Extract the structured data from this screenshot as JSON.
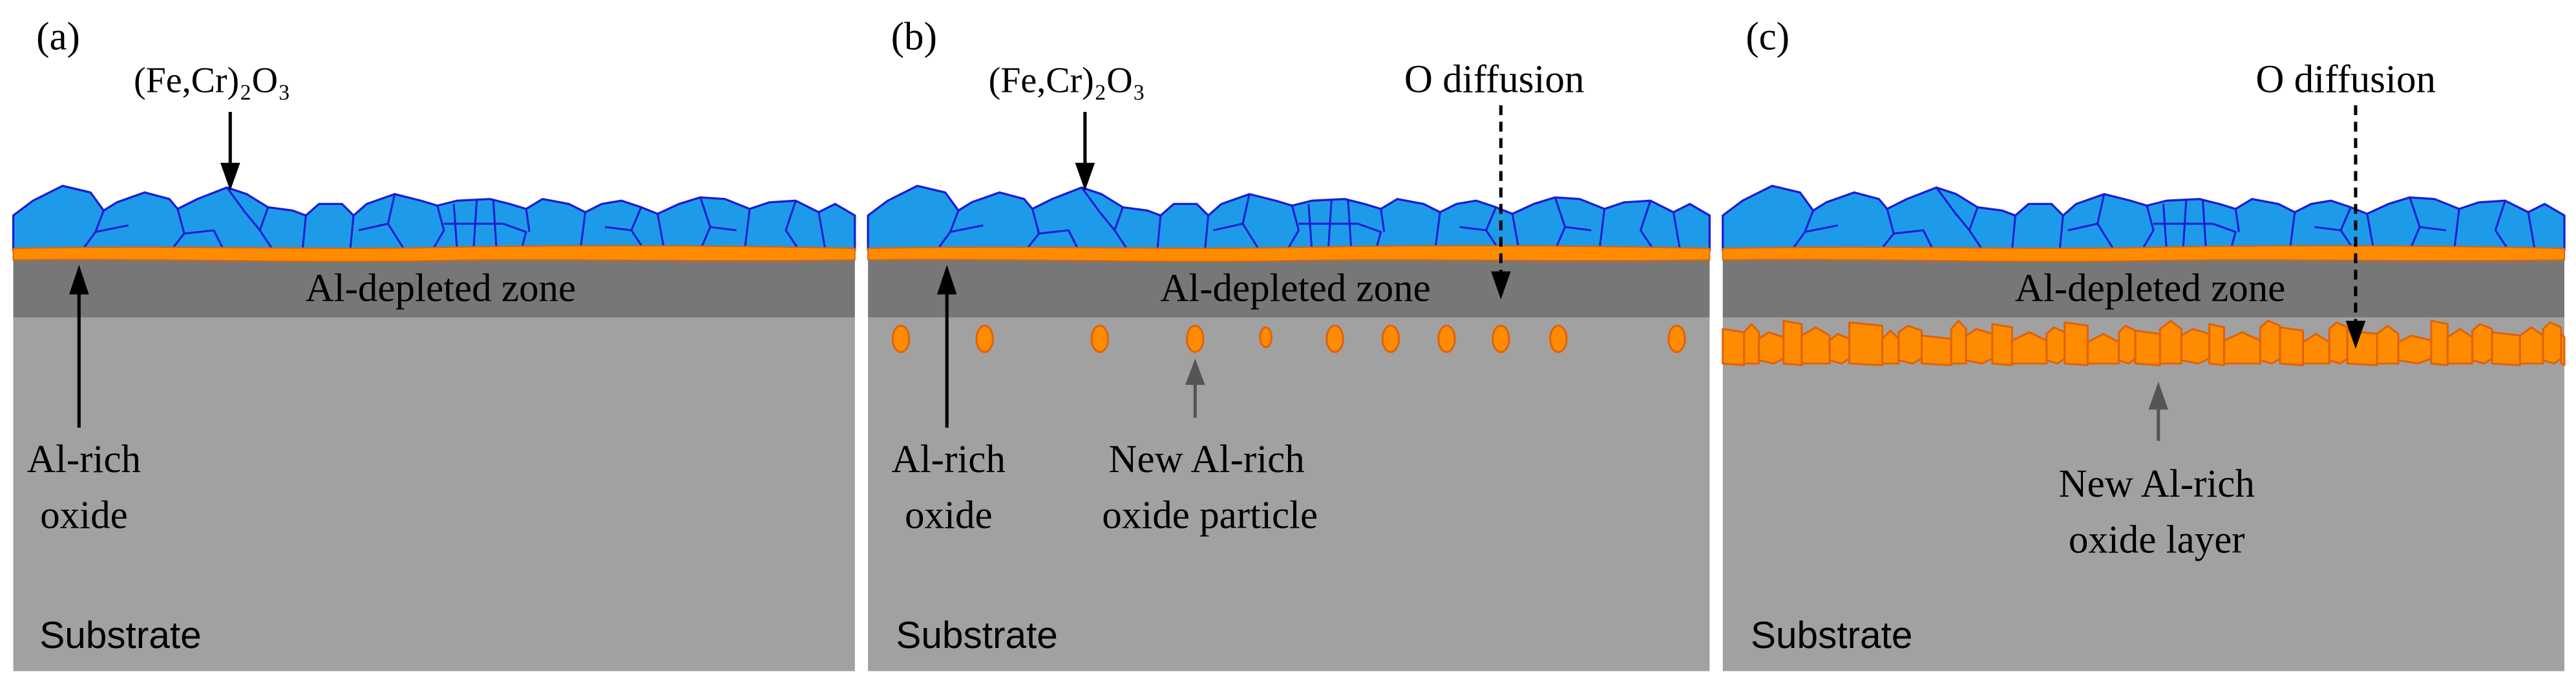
{
  "panels": {
    "a": {
      "label": "(a)",
      "oxide_scale_label": "(Fe,Cr)₂O₃",
      "depleted_zone_label": "Al-depleted zone",
      "al_rich_oxide_label": {
        "line1": "Al-rich",
        "line2": "oxide"
      },
      "substrate_label": "Substrate"
    },
    "b": {
      "label": "(b)",
      "oxide_scale_label": "(Fe,Cr)₂O₃",
      "o_diffusion_label": "O diffusion",
      "depleted_zone_label": "Al-depleted zone",
      "al_rich_oxide_label": {
        "line1": "Al-rich",
        "line2": "oxide"
      },
      "new_oxide_label": {
        "line1": "New Al-rich",
        "line2": "oxide particle"
      },
      "substrate_label": "Substrate"
    },
    "c": {
      "label": "(c)",
      "o_diffusion_label": "O diffusion",
      "depleted_zone_label": "Al-depleted zone",
      "new_oxide_label": {
        "line1": "New Al-rich",
        "line2": "oxide layer"
      },
      "substrate_label": "Substrate"
    }
  },
  "colors": {
    "oxide_scale_fill": "#1e9be8",
    "oxide_scale_outline": "#1c1cd6",
    "al_rich_oxide_fill": "#ff8c00",
    "al_rich_oxide_outline": "#e0620a",
    "al_depleted_zone": "#777777",
    "substrate": "#a1a1a1",
    "arrow": "#000000",
    "new_oxide_arrow": "#555555"
  }
}
